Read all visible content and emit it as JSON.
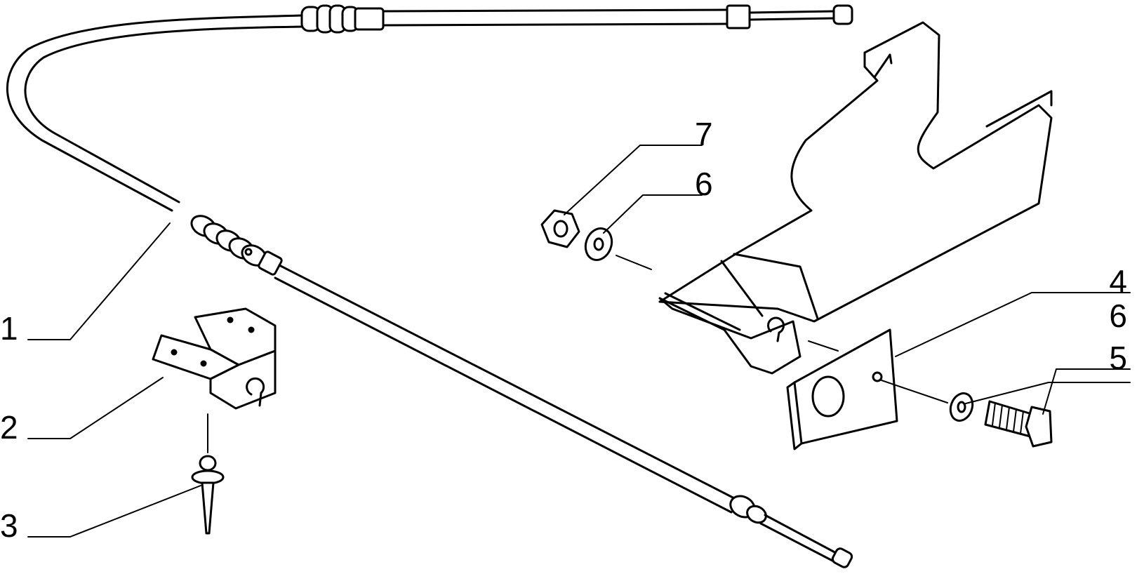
{
  "callouts": [
    {
      "id": "1",
      "label": "1"
    },
    {
      "id": "2",
      "label": "2"
    },
    {
      "id": "3",
      "label": "3"
    },
    {
      "id": "4",
      "label": "4"
    },
    {
      "id": "5",
      "label": "5"
    },
    {
      "id": "6a",
      "label": "6"
    },
    {
      "id": "6b",
      "label": "6"
    },
    {
      "id": "7",
      "label": "7"
    }
  ]
}
